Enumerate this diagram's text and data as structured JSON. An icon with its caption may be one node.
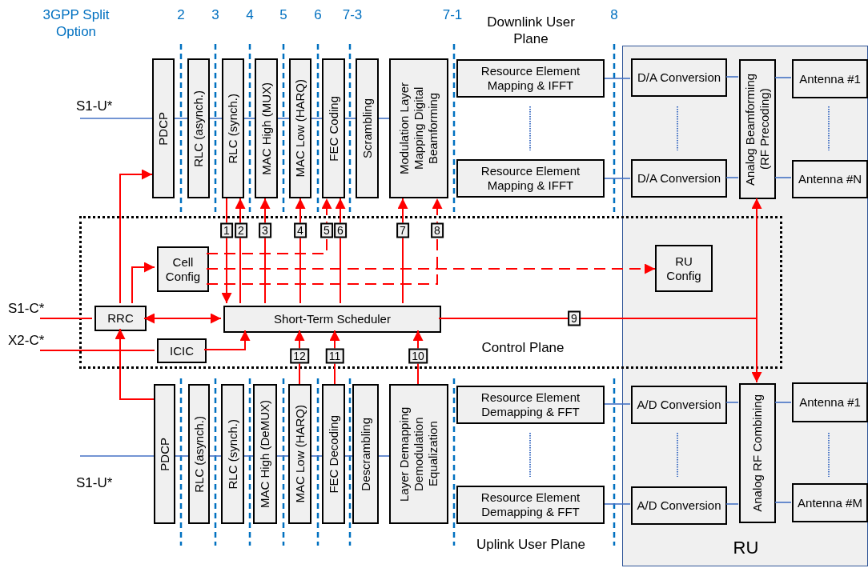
{
  "diagram": {
    "nodes": [
      {
        "text": [
          "S1-U*"
        ]
      },
      {
        "text": [
          "PDCP"
        ]
      },
      {
        "text": [
          "RLC (asynch.)"
        ]
      },
      {
        "text": [
          "RLC (synch.)"
        ]
      },
      {
        "text": [
          "MAC High (MUX)"
        ]
      },
      {
        "text": [
          "MAC Low (HARQ)"
        ]
      },
      {
        "text": [
          "FEC Coding"
        ]
      },
      {
        "text": [
          "Scrambling"
        ]
      },
      {
        "text": [
          "Modulation Layer Mapping Digital Beamforming"
        ]
      },
      {
        "text": [
          "Resource Element Mapping & IFFT"
        ]
      },
      {
        "text": [
          "Resource Element Mapping & IFFT"
        ]
      },
      {
        "text": [
          "RU"
        ]
      },
      {
        "text": [
          "D/A Conversion"
        ],
        "in": 11
      },
      {
        "text": [
          "D/A Conversion"
        ],
        "in": 11
      },
      {
        "text": [
          "Analog Beamforming (RF Precoding)"
        ],
        "in": 11
      },
      {
        "text": [
          "Antenna #1"
        ],
        "in": 11
      },
      {
        "text": [
          "Antenna #N"
        ],
        "in": 11
      },
      {
        "text": [
          "Control Plane"
        ]
      },
      {
        "text": [
          "Cell Config"
        ],
        "in": 17
      },
      {
        "text": [
          "RU Config"
        ]
      },
      {
        "text": [
          "S1-C*"
        ]
      },
      {
        "text": [
          "RRC"
        ],
        "in": 17
      },
      {
        "text": [
          "Short-Term Scheduler"
        ],
        "in": 17
      },
      {
        "text": [
          "X2-C*"
        ]
      },
      {
        "text": [
          "ICIC"
        ],
        "in": 17
      },
      {
        "text": [
          "PDCP"
        ]
      },
      {
        "text": [
          "RLC (asynch.)"
        ]
      },
      {
        "text": [
          "RLC (synch.)"
        ]
      },
      {
        "text": [
          "MAC High (DeMUX)"
        ]
      },
      {
        "text": [
          "MAC Low (HARQ)"
        ]
      },
      {
        "text": [
          "FEC Decoding"
        ]
      },
      {
        "text": [
          "Descrambling"
        ]
      },
      {
        "text": [
          "Layer Demapping Demodulation Equalization"
        ]
      },
      {
        "text": [
          "Resource Element Demapping & FFT"
        ]
      },
      {
        "text": [
          "Resource Element Demapping & FFT"
        ]
      },
      {
        "text": [
          "A/D Conversion"
        ],
        "in": 11
      },
      {
        "text": [
          "A/D Conversion"
        ],
        "in": 11
      },
      {
        "text": [
          "Analog RF Combining"
        ],
        "in": 11
      },
      {
        "text": [
          "Antenna #1"
        ],
        "in": 11
      },
      {
        "text": [
          "Antenna #M"
        ],
        "in": 11
      },
      {
        "text": [
          "S1-U*"
        ]
      }
    ],
    "edges": [
      {
        "from": 0,
        "to": 1,
        "arrow": "none"
      },
      {
        "from": 1,
        "to": 2,
        "arrow": "none"
      },
      {
        "from": 2,
        "to": 3,
        "arrow": "none"
      },
      {
        "from": 3,
        "to": 4,
        "arrow": "none"
      },
      {
        "from": 4,
        "to": 5,
        "arrow": "none"
      },
      {
        "from": 5,
        "to": 6,
        "arrow": "none"
      },
      {
        "from": 6,
        "to": 7,
        "arrow": "none"
      },
      {
        "from": 7,
        "to": 8,
        "arrow": "none"
      },
      {
        "from": 9,
        "to": 12,
        "arrow": "none"
      },
      {
        "from": 12,
        "to": 14,
        "arrow": "none"
      },
      {
        "from": 14,
        "to": 15,
        "arrow": "none"
      },
      {
        "from": 10,
        "to": 13,
        "arrow": "none"
      },
      {
        "from": 13,
        "to": 14,
        "arrow": "none"
      },
      {
        "from": 14,
        "to": 16,
        "arrow": "none"
      },
      {
        "from": 20,
        "to": 21,
        "arrow": "none",
        "color": "#ff0000"
      },
      {
        "from": 23,
        "to": 24,
        "arrow": "none",
        "color": "#ff0000"
      },
      {
        "from": 21,
        "to": 1,
        "arrow": "to",
        "color": "#ff0000"
      },
      {
        "from": 21,
        "to": 18,
        "arrow": "to",
        "color": "#ff0000"
      },
      {
        "from": 21,
        "to": 22,
        "arrow": "both",
        "color": "#ff0000"
      },
      {
        "from": 3,
        "to": 22,
        "arrow": "to",
        "label": "1",
        "color": "#ff0000"
      },
      {
        "from": 22,
        "to": 3,
        "arrow": "to",
        "label": "2",
        "color": "#ff0000"
      },
      {
        "from": 22,
        "to": 4,
        "arrow": "to",
        "label": "3",
        "color": "#ff0000"
      },
      {
        "from": 22,
        "to": 5,
        "arrow": "to",
        "label": "4",
        "color": "#ff0000"
      },
      {
        "from": 18,
        "to": 6,
        "arrow": "to",
        "label": "5",
        "style": "dashed",
        "color": "#ff0000"
      },
      {
        "from": 22,
        "to": 6,
        "arrow": "to",
        "label": "6",
        "color": "#ff0000"
      },
      {
        "from": 22,
        "to": 8,
        "arrow": "to",
        "label": "7",
        "color": "#ff0000"
      },
      {
        "from": 18,
        "to": 8,
        "arrow": "to",
        "label": "8",
        "style": "dashed",
        "color": "#ff0000"
      },
      {
        "from": 18,
        "to": 19,
        "arrow": "to",
        "style": "dashed",
        "color": "#ff0000"
      },
      {
        "from": 22,
        "to": 14,
        "arrow": "to",
        "label": "9",
        "color": "#ff0000"
      },
      {
        "from": 22,
        "to": 37,
        "arrow": "to",
        "color": "#ff0000"
      },
      {
        "from": 24,
        "to": 22,
        "arrow": "to",
        "color": "#ff0000"
      },
      {
        "from": 25,
        "to": 21,
        "arrow": "to",
        "color": "#ff0000"
      },
      {
        "from": 29,
        "to": 22,
        "arrow": "to",
        "label": "12",
        "color": "#ff0000"
      },
      {
        "from": 30,
        "to": 22,
        "arrow": "to",
        "label": "11",
        "color": "#ff0000"
      },
      {
        "from": 32,
        "to": 22,
        "arrow": "to",
        "label": "10",
        "color": "#ff0000"
      },
      {
        "from": 40,
        "to": 25,
        "arrow": "none"
      },
      {
        "from": 25,
        "to": 26,
        "arrow": "none"
      },
      {
        "from": 26,
        "to": 27,
        "arrow": "none"
      },
      {
        "from": 27,
        "to": 28,
        "arrow": "none"
      },
      {
        "from": 28,
        "to": 29,
        "arrow": "none"
      },
      {
        "from": 29,
        "to": 30,
        "arrow": "none"
      },
      {
        "from": 30,
        "to": 31,
        "arrow": "none"
      },
      {
        "from": 31,
        "to": 32,
        "arrow": "none"
      },
      {
        "from": 33,
        "to": 35,
        "arrow": "none"
      },
      {
        "from": 35,
        "to": 37,
        "arrow": "none"
      },
      {
        "from": 37,
        "to": 38,
        "arrow": "none"
      },
      {
        "from": 34,
        "to": 36,
        "arrow": "none"
      },
      {
        "from": 36,
        "to": 37,
        "arrow": "none"
      },
      {
        "from": 37,
        "to": 39,
        "arrow": "none"
      }
    ],
    "labels": [
      "3GPP Split Option",
      "2",
      "3",
      "4",
      "5",
      "6",
      "7-3",
      "7-1",
      "Downlink User Plane",
      "8",
      "Uplink User Plane"
    ]
  }
}
